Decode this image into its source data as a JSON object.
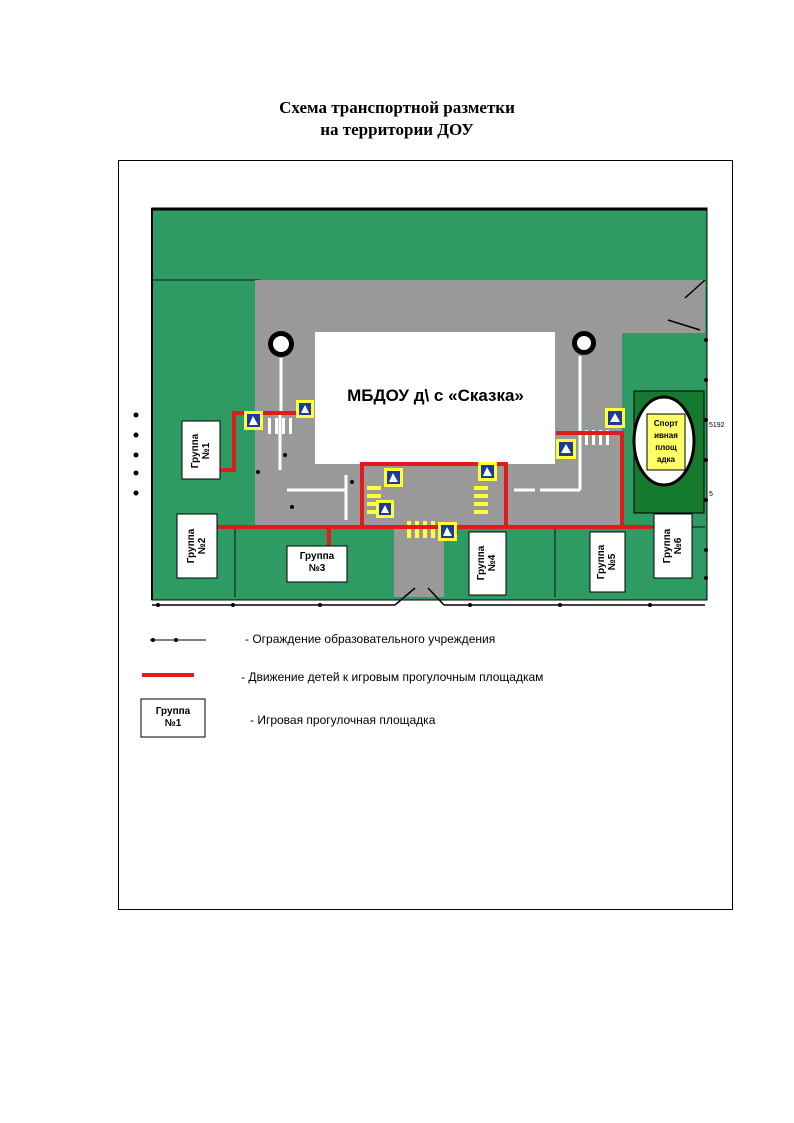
{
  "title": {
    "line1": "Схема транспортной разметки",
    "line2": "на территории ДОУ"
  },
  "building": {
    "label": "МБДОУ д\\ с  «Сказка»"
  },
  "sport_area": {
    "lines": [
      "Спорт",
      "ивная",
      "площ",
      "адка"
    ]
  },
  "groups": [
    {
      "line1": "Группа",
      "line2": "№1"
    },
    {
      "line1": "Группа",
      "line2": "№2"
    },
    {
      "line1": "Группа",
      "line2": "№3"
    },
    {
      "line1": "Группа",
      "line2": "№4"
    },
    {
      "line1": "Группа",
      "line2": "№5"
    },
    {
      "line1": "Группа",
      "line2": "№6"
    }
  ],
  "edge_marks": {
    "m1": "5192",
    "m2": "5"
  },
  "legend": {
    "fence": "- Ограждение образовательного учреждения",
    "route": "- Движение детей к игровым прогулочным площадкам",
    "playground": "- Игровая прогулочная площадка",
    "sample_group": {
      "line1": "Группа",
      "line2": "№1"
    }
  },
  "colors": {
    "green": "#2e9b63",
    "dark_green": "#157a2e",
    "road": "#999999",
    "route": "#e01b1b",
    "marking": "#ffff33",
    "sign_blue": "#1a3b9c"
  },
  "icons": [
    "pedestrian-crossing-sign-icon",
    "tree-icon",
    "lamp-icon"
  ]
}
